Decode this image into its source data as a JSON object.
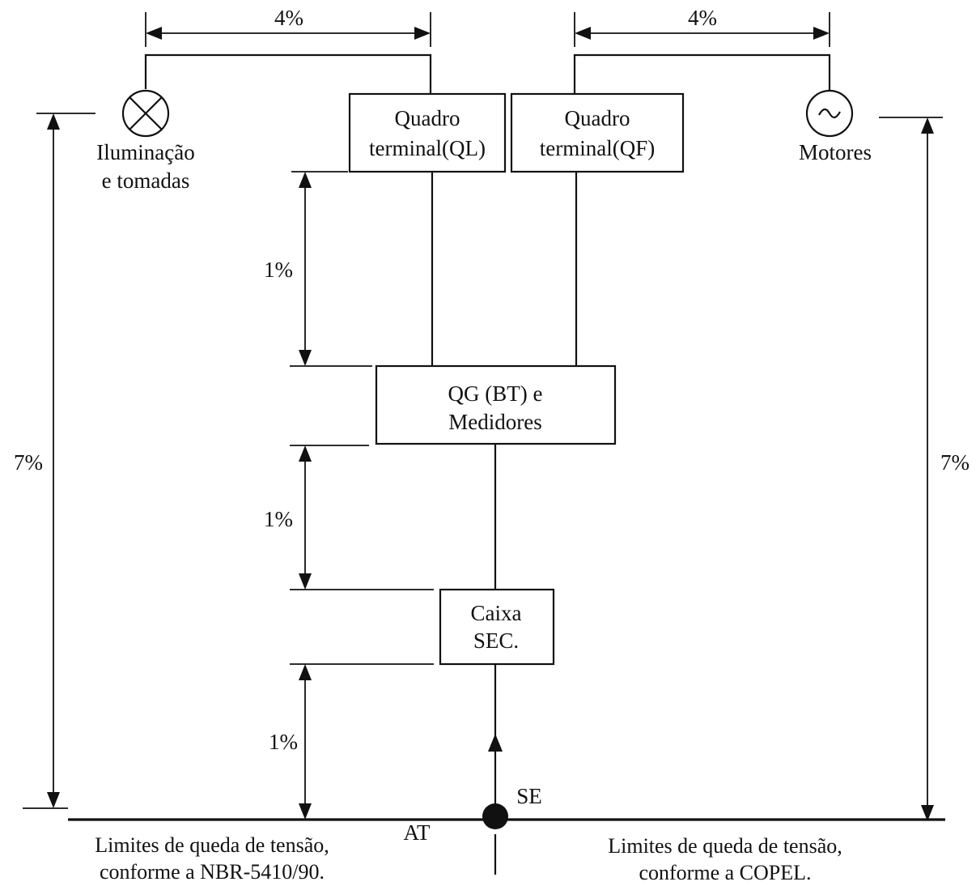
{
  "labels": {
    "lighting": [
      "Iluminação",
      "e tomadas"
    ],
    "motors": "Motores",
    "ql_box": [
      "Quadro",
      "terminal(QL)"
    ],
    "qf_box": [
      "Quadro",
      "terminal(QF)"
    ],
    "qg_box": [
      "QG (BT) e",
      "Medidores"
    ],
    "caixa_box": [
      "Caixa",
      "SEC."
    ],
    "se": "SE",
    "at": "AT"
  },
  "percentages": {
    "top_left": "4%",
    "top_right": "4%",
    "ql_to_qg": "1%",
    "qg_to_caixa": "1%",
    "caixa_to_at": "1%",
    "left_total": "7%",
    "right_total": "7%"
  },
  "notes": {
    "left": [
      "Limites de queda de tensão,",
      "conforme a NBR-5410/90."
    ],
    "right": [
      "Limites de queda de tensão,",
      "conforme a COPEL."
    ]
  },
  "colors": {
    "line": "#111111",
    "background": "#ffffff"
  },
  "icons": {
    "lamp": "lamp-symbol-icon",
    "motor": "motor-symbol-icon",
    "substation": "substation-node-icon"
  }
}
